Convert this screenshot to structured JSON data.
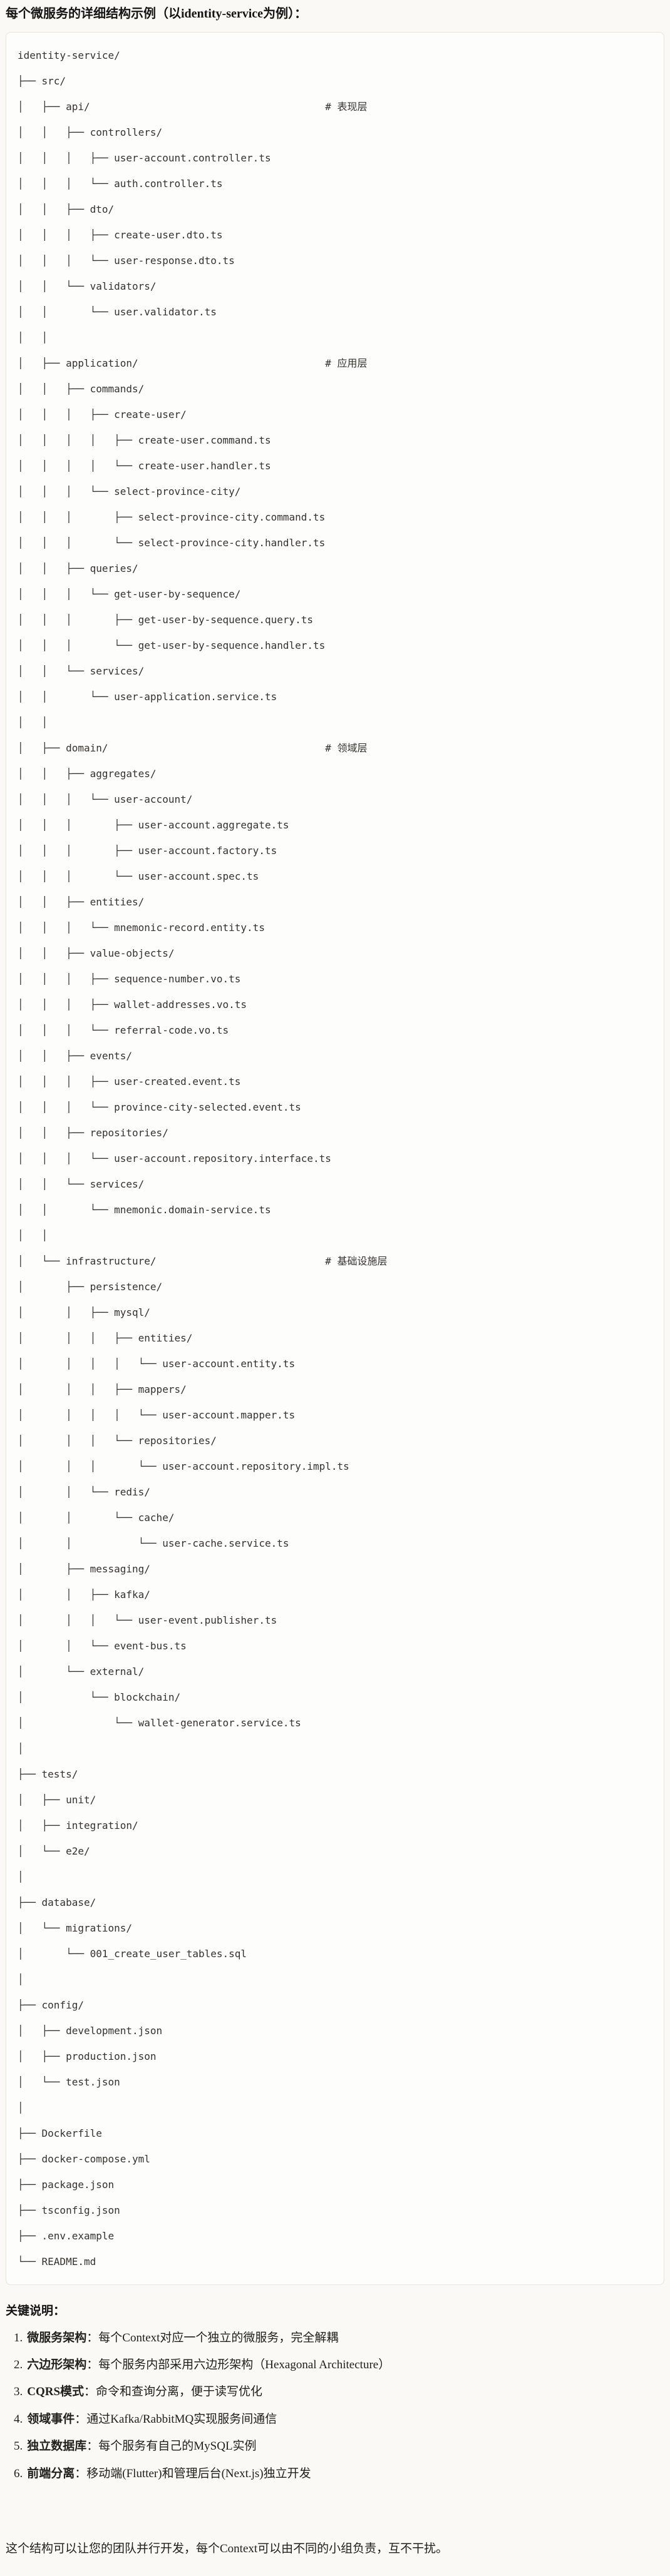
{
  "intro": {
    "title": "每个微服务的详细结构示例（以identity-service为例）："
  },
  "colors": {
    "page_background": "#faf9f5",
    "code_background": "#fdfdfb",
    "code_border": "#e6e4db",
    "text": "#141413"
  },
  "tree": {
    "lines": [
      "identity-service/",
      "├── src/",
      {
        "text": "│   ├── api/",
        "comment": "# 表现层"
      },
      "│   │   ├── controllers/",
      "│   │   │   ├── user-account.controller.ts",
      "│   │   │   └── auth.controller.ts",
      "│   │   ├── dto/",
      "│   │   │   ├── create-user.dto.ts",
      "│   │   │   └── user-response.dto.ts",
      "│   │   └── validators/",
      "│   │       └── user.validator.ts",
      "│   │",
      {
        "text": "│   ├── application/",
        "comment": "# 应用层"
      },
      "│   │   ├── commands/",
      "│   │   │   ├── create-user/",
      "│   │   │   │   ├── create-user.command.ts",
      "│   │   │   │   └── create-user.handler.ts",
      "│   │   │   └── select-province-city/",
      "│   │   │       ├── select-province-city.command.ts",
      "│   │   │       └── select-province-city.handler.ts",
      "│   │   ├── queries/",
      "│   │   │   └── get-user-by-sequence/",
      "│   │   │       ├── get-user-by-sequence.query.ts",
      "│   │   │       └── get-user-by-sequence.handler.ts",
      "│   │   └── services/",
      "│   │       └── user-application.service.ts",
      "│   │",
      {
        "text": "│   ├── domain/",
        "comment": "# 领域层"
      },
      "│   │   ├── aggregates/",
      "│   │   │   └── user-account/",
      "│   │   │       ├── user-account.aggregate.ts",
      "│   │   │       ├── user-account.factory.ts",
      "│   │   │       └── user-account.spec.ts",
      "│   │   ├── entities/",
      "│   │   │   └── mnemonic-record.entity.ts",
      "│   │   ├── value-objects/",
      "│   │   │   ├── sequence-number.vo.ts",
      "│   │   │   ├── wallet-addresses.vo.ts",
      "│   │   │   └── referral-code.vo.ts",
      "│   │   ├── events/",
      "│   │   │   ├── user-created.event.ts",
      "│   │   │   └── province-city-selected.event.ts",
      "│   │   ├── repositories/",
      "│   │   │   └── user-account.repository.interface.ts",
      "│   │   └── services/",
      "│   │       └── mnemonic.domain-service.ts",
      "│   │",
      {
        "text": "│   └── infrastructure/",
        "comment": "# 基础设施层"
      },
      "│       ├── persistence/",
      "│       │   ├── mysql/",
      "│       │   │   ├── entities/",
      "│       │   │   │   └── user-account.entity.ts",
      "│       │   │   ├── mappers/",
      "│       │   │   │   └── user-account.mapper.ts",
      "│       │   │   └── repositories/",
      "│       │   │       └── user-account.repository.impl.ts",
      "│       │   └── redis/",
      "│       │       └── cache/",
      "│       │           └── user-cache.service.ts",
      "│       ├── messaging/",
      "│       │   ├── kafka/",
      "│       │   │   └── user-event.publisher.ts",
      "│       │   └── event-bus.ts",
      "│       └── external/",
      "│           └── blockchain/",
      "│               └── wallet-generator.service.ts",
      "│",
      "├── tests/",
      "│   ├── unit/",
      "│   ├── integration/",
      "│   └── e2e/",
      "│",
      "├── database/",
      "│   └── migrations/",
      "│       └── 001_create_user_tables.sql",
      "│",
      "├── config/",
      "│   ├── development.json",
      "│   ├── production.json",
      "│   └── test.json",
      "│",
      "├── Dockerfile",
      "├── docker-compose.yml",
      "├── package.json",
      "├── tsconfig.json",
      "├── .env.example",
      "└── README.md"
    ]
  },
  "notes": {
    "heading": "关键说明：",
    "items": [
      {
        "num": "1.",
        "term": "微服务架构",
        "desc": "：每个Context对应一个独立的微服务，完全解耦"
      },
      {
        "num": "2.",
        "term": "六边形架构",
        "desc": "：每个服务内部采用六边形架构（Hexagonal Architecture）"
      },
      {
        "num": "3.",
        "term": "CQRS模式",
        "desc": "：命令和查询分离，便于读写优化"
      },
      {
        "num": "4.",
        "term": "领域事件",
        "desc": "：通过Kafka/RabbitMQ实现服务间通信"
      },
      {
        "num": "5.",
        "term": "独立数据库",
        "desc": "：每个服务有自己的MySQL实例"
      },
      {
        "num": "6.",
        "term": "前端分离",
        "desc": "：移动端(Flutter)和管理后台(Next.js)独立开发"
      }
    ],
    "footer": "这个结构可以让您的团队并行开发，每个Context可以由不同的小组负责，互不干扰。"
  }
}
